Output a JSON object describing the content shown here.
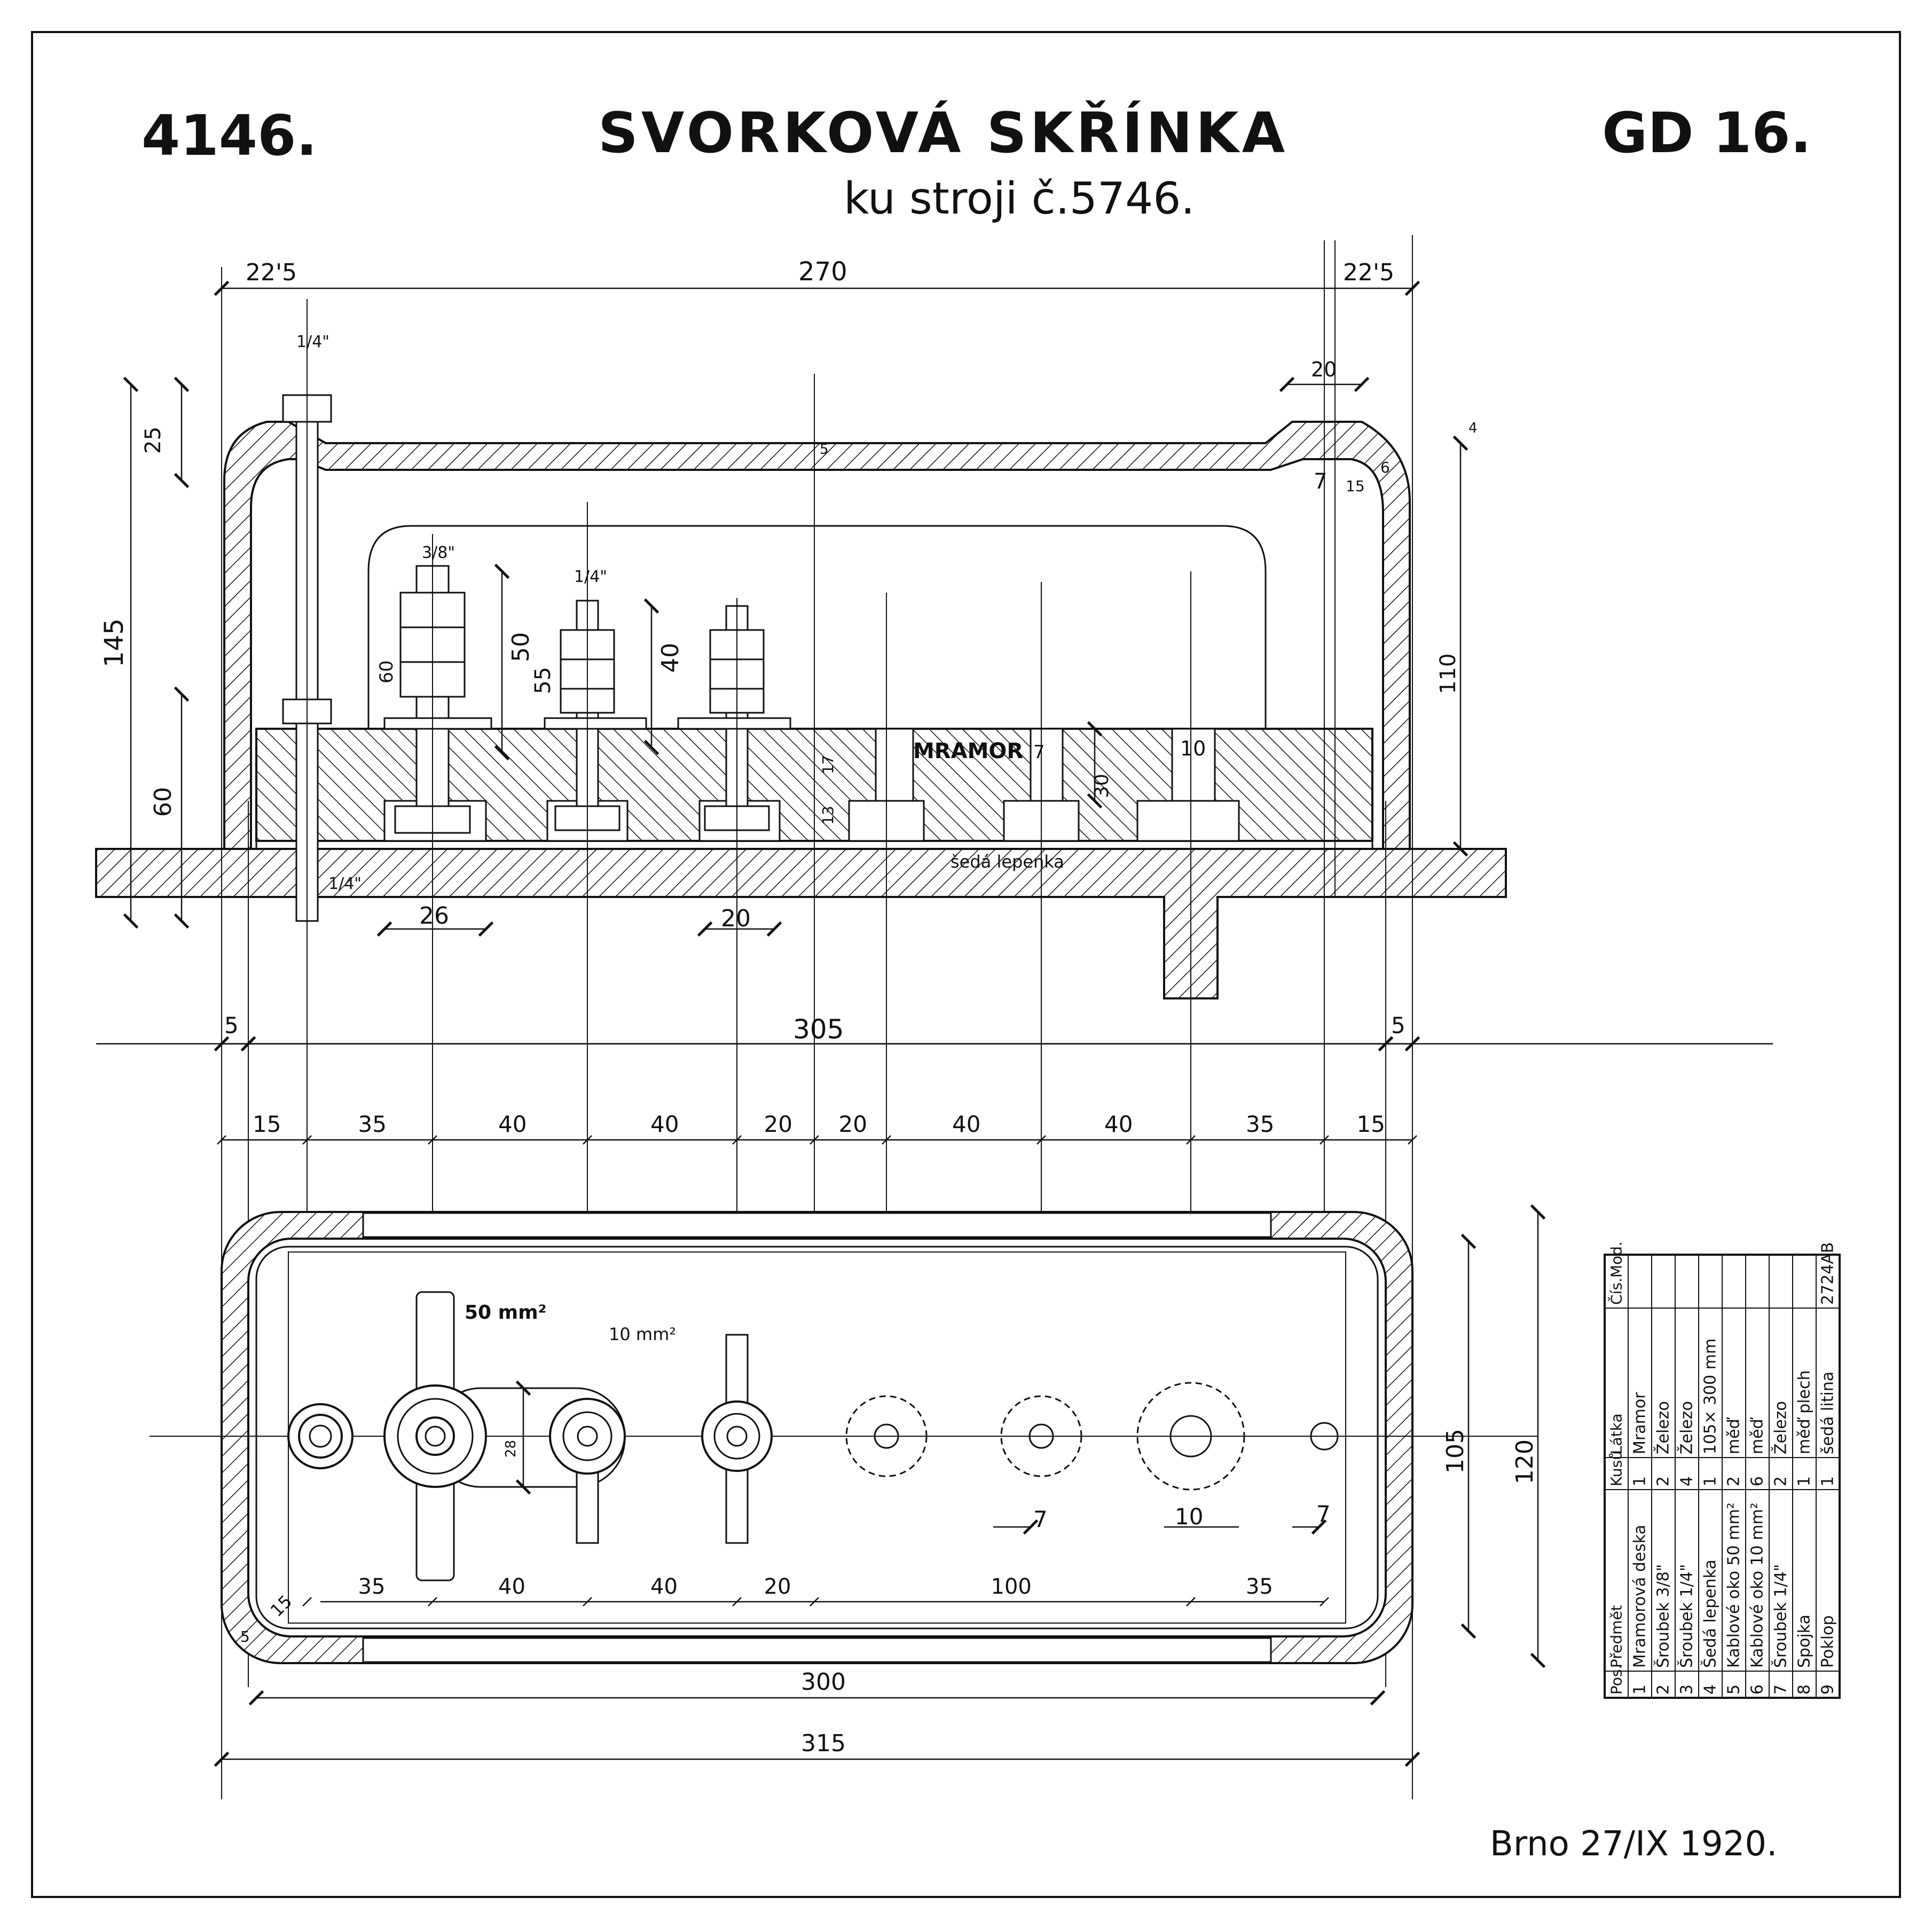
{
  "header": {
    "left_number": "4146.",
    "title": "SVORKOVÁ SKŘÍNKA",
    "subtitle": "ku stroji č.5746.",
    "right_code": "GD 16."
  },
  "dimensions_top": {
    "d_225_left": "22'5",
    "d_270": "270",
    "d_225_right": "22'5",
    "d_quarter_top": "1/4\"",
    "d_20": "20",
    "d_4": "4",
    "d_25": "25",
    "d_145": "145",
    "d_60_left": "60",
    "d_5_top": "5",
    "d_7_top": "7",
    "d_15_top": "15",
    "d_6": "6",
    "d_110": "110",
    "d_38": "3/8\"",
    "d_quarter_mid": "1/4\"",
    "d_50": "50",
    "d_60_in": "60",
    "d_55": "55",
    "d_40_v": "40",
    "d_17": "17",
    "d_13": "13",
    "d_7_mid": "7",
    "d_30": "30",
    "d_10_mid": "10",
    "mramor": "MRAMOR",
    "seda_lepenka": "šedá lepenka",
    "d_quarter_bot": "1/4\"",
    "d_26": "26",
    "d_20_bot": "20"
  },
  "dimensions_mid": {
    "d_5_left": "5",
    "d_305": "305",
    "d_5_right": "5",
    "chain": [
      "15",
      "35",
      "40",
      "40",
      "20",
      "20",
      "40",
      "40",
      "35",
      "15"
    ]
  },
  "dimensions_plan": {
    "cable_50": "50 mm²",
    "cable_10": "10 mm²",
    "d_28": "28",
    "d_7_a": "7",
    "d_10": "10",
    "d_7_b": "7",
    "d_105": "105",
    "d_120": "120",
    "d_15": "15",
    "d_5": "5",
    "chain": [
      "35",
      "40",
      "40",
      "20",
      "100",
      "35"
    ],
    "d_300": "300",
    "d_315": "315"
  },
  "parts_table": {
    "headers": [
      "Pos.",
      "Předmět",
      "Kusů",
      "Látka",
      "Čís.Mod."
    ],
    "rows": [
      [
        "1",
        "Mramorová deska",
        "1",
        "Mramor",
        ""
      ],
      [
        "2",
        "Šroubek 3/8\"",
        "2",
        "Železo",
        ""
      ],
      [
        "3",
        "Šroubek 1/4\"",
        "4",
        "Železo",
        ""
      ],
      [
        "4",
        "Šedá lepenka",
        "1",
        "105× 300 mm",
        ""
      ],
      [
        "5",
        "Kablové oko 50 mm²",
        "2",
        "měď",
        ""
      ],
      [
        "6",
        "Kablové oko 10 mm²",
        "6",
        "měď",
        ""
      ],
      [
        "7",
        "Šroubek 1/4\"",
        "2",
        "Železo",
        ""
      ],
      [
        "8",
        "Spojka",
        "1",
        "měď plech",
        ""
      ],
      [
        "9",
        "Poklop",
        "1",
        "šedá litina",
        "2724AB"
      ]
    ]
  },
  "footer": {
    "place_date": "Brno 27/IX 1920."
  },
  "colors": {
    "ink": "#111111",
    "paper": "#ffffff"
  }
}
